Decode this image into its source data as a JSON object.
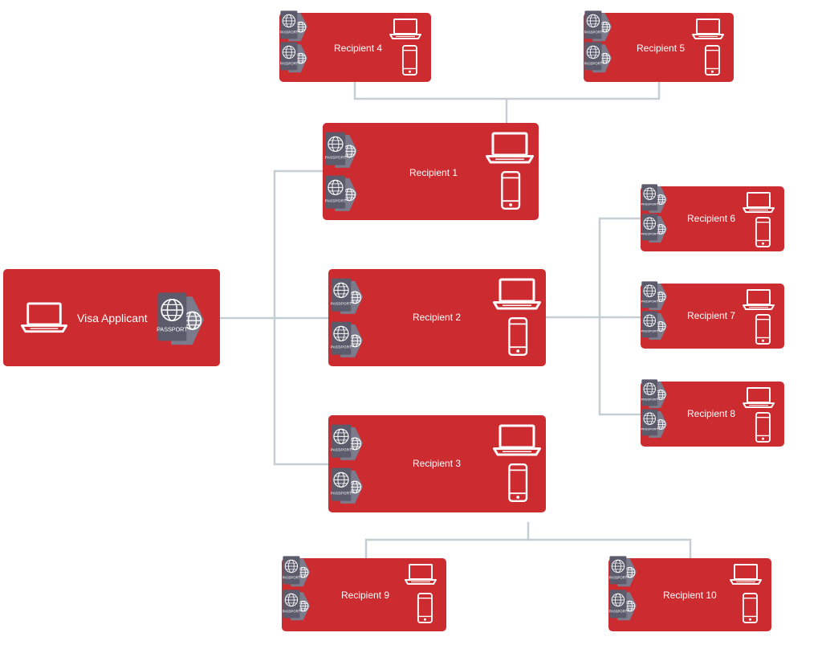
{
  "colors": {
    "node_fill": "#cc2b30",
    "connector": "#c5cfd3",
    "passport_front": "#5c5b6c",
    "passport_back": "#7b7b8c",
    "icon_stroke": "#ffffff"
  },
  "applicant": {
    "label": "Visa Applicant",
    "passport_text": "PASSPORT",
    "icons": [
      "laptop-icon",
      "passport-icon"
    ]
  },
  "recipients": [
    {
      "id": "1",
      "label": "Recipient 1",
      "icons": [
        "passport-icon",
        "passport-icon",
        "laptop-icon",
        "phone-icon"
      ]
    },
    {
      "id": "2",
      "label": "Recipient 2",
      "icons": [
        "passport-icon",
        "passport-icon",
        "laptop-icon",
        "phone-icon"
      ]
    },
    {
      "id": "3",
      "label": "Recipient 3",
      "icons": [
        "passport-icon",
        "passport-icon",
        "laptop-icon",
        "phone-icon"
      ]
    },
    {
      "id": "4",
      "label": "Recipient 4",
      "icons": [
        "passport-icon",
        "passport-icon",
        "laptop-icon",
        "phone-icon"
      ]
    },
    {
      "id": "5",
      "label": "Recipient 5",
      "icons": [
        "passport-icon",
        "passport-icon",
        "laptop-icon",
        "phone-icon"
      ]
    },
    {
      "id": "6",
      "label": "Recipient 6",
      "icons": [
        "passport-icon",
        "passport-icon",
        "laptop-icon",
        "phone-icon"
      ]
    },
    {
      "id": "7",
      "label": "Recipient 7",
      "icons": [
        "passport-icon",
        "passport-icon",
        "laptop-icon",
        "phone-icon"
      ]
    },
    {
      "id": "8",
      "label": "Recipient 8",
      "icons": [
        "passport-icon",
        "passport-icon",
        "laptop-icon",
        "phone-icon"
      ]
    },
    {
      "id": "9",
      "label": "Recipient 9",
      "icons": [
        "passport-icon",
        "passport-icon",
        "laptop-icon",
        "phone-icon"
      ]
    },
    {
      "id": "10",
      "label": "Recipient 10",
      "icons": [
        "passport-icon",
        "passport-icon",
        "laptop-icon",
        "phone-icon"
      ]
    }
  ],
  "edges": [
    {
      "from": "applicant",
      "to": "recipient-1"
    },
    {
      "from": "applicant",
      "to": "recipient-2"
    },
    {
      "from": "applicant",
      "to": "recipient-3"
    },
    {
      "from": "recipient-1",
      "to": "recipient-4"
    },
    {
      "from": "recipient-1",
      "to": "recipient-5"
    },
    {
      "from": "recipient-2",
      "to": "recipient-6"
    },
    {
      "from": "recipient-2",
      "to": "recipient-7"
    },
    {
      "from": "recipient-2",
      "to": "recipient-8"
    },
    {
      "from": "recipient-3",
      "to": "recipient-9"
    },
    {
      "from": "recipient-3",
      "to": "recipient-10"
    }
  ]
}
